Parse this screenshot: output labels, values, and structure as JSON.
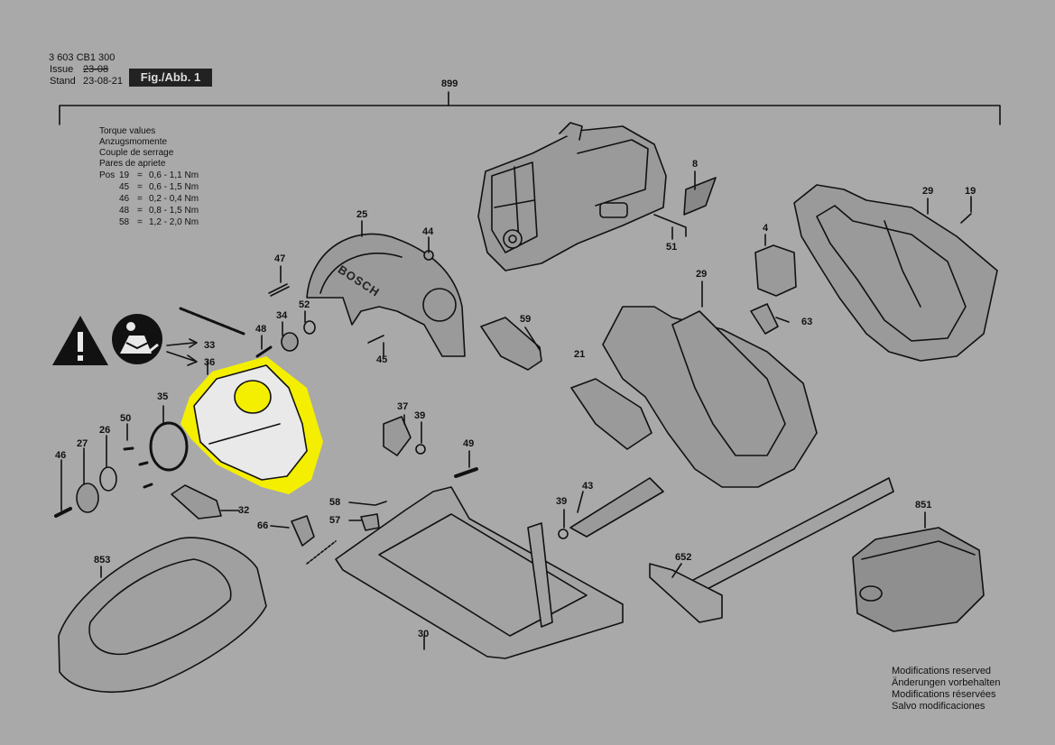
{
  "header": {
    "part_no": "3 603 CB1 300",
    "issue_label": "Issue",
    "issue_value": "23-08",
    "stand_label": "Stand",
    "stand_value": "23-08-21",
    "fig_label": "Fig./Abb. 1"
  },
  "torque": {
    "titles": [
      "Torque values",
      "Anzugsmomente",
      "Couple de serrage",
      "Pares de apriete"
    ],
    "pos_label": "Pos",
    "rows": [
      {
        "pos": "19",
        "eq": "=",
        "val": "0,6 - 1,1 Nm"
      },
      {
        "pos": "45",
        "eq": "=",
        "val": "0,6 - 1,5 Nm"
      },
      {
        "pos": "46",
        "eq": "=",
        "val": "0,2 - 0,4 Nm"
      },
      {
        "pos": "48",
        "eq": "=",
        "val": "0,8 - 1,5 Nm"
      },
      {
        "pos": "58",
        "eq": "=",
        "val": "1,2 - 2,0 Nm"
      }
    ]
  },
  "footer": {
    "lines": [
      "Modifications reserved",
      "Änderungen vorbehalten",
      "Modifications réservées",
      "Salvo modificaciones"
    ]
  },
  "brand_text": "BOSCH",
  "highlight_color": "#f4ef00",
  "labels": {
    "p899": "899",
    "p8": "8",
    "p29a": "29",
    "p19": "19",
    "p25": "25",
    "p44": "44",
    "p47": "47",
    "p4": "4",
    "p51": "51",
    "p29b": "29",
    "p48": "48",
    "p34": "34",
    "p52": "52",
    "p59": "59",
    "p63": "63",
    "p33": "33",
    "p36": "36",
    "p45": "45",
    "p21": "21",
    "p35": "35",
    "p37": "37",
    "p39a": "39",
    "p50": "50",
    "p26": "26",
    "p27": "27",
    "p49": "49",
    "p46": "46",
    "p43": "43",
    "p32": "32",
    "p58": "58",
    "p39b": "39",
    "p851": "851",
    "p57": "57",
    "p66": "66",
    "p853": "853",
    "p652": "652",
    "p30": "30"
  }
}
